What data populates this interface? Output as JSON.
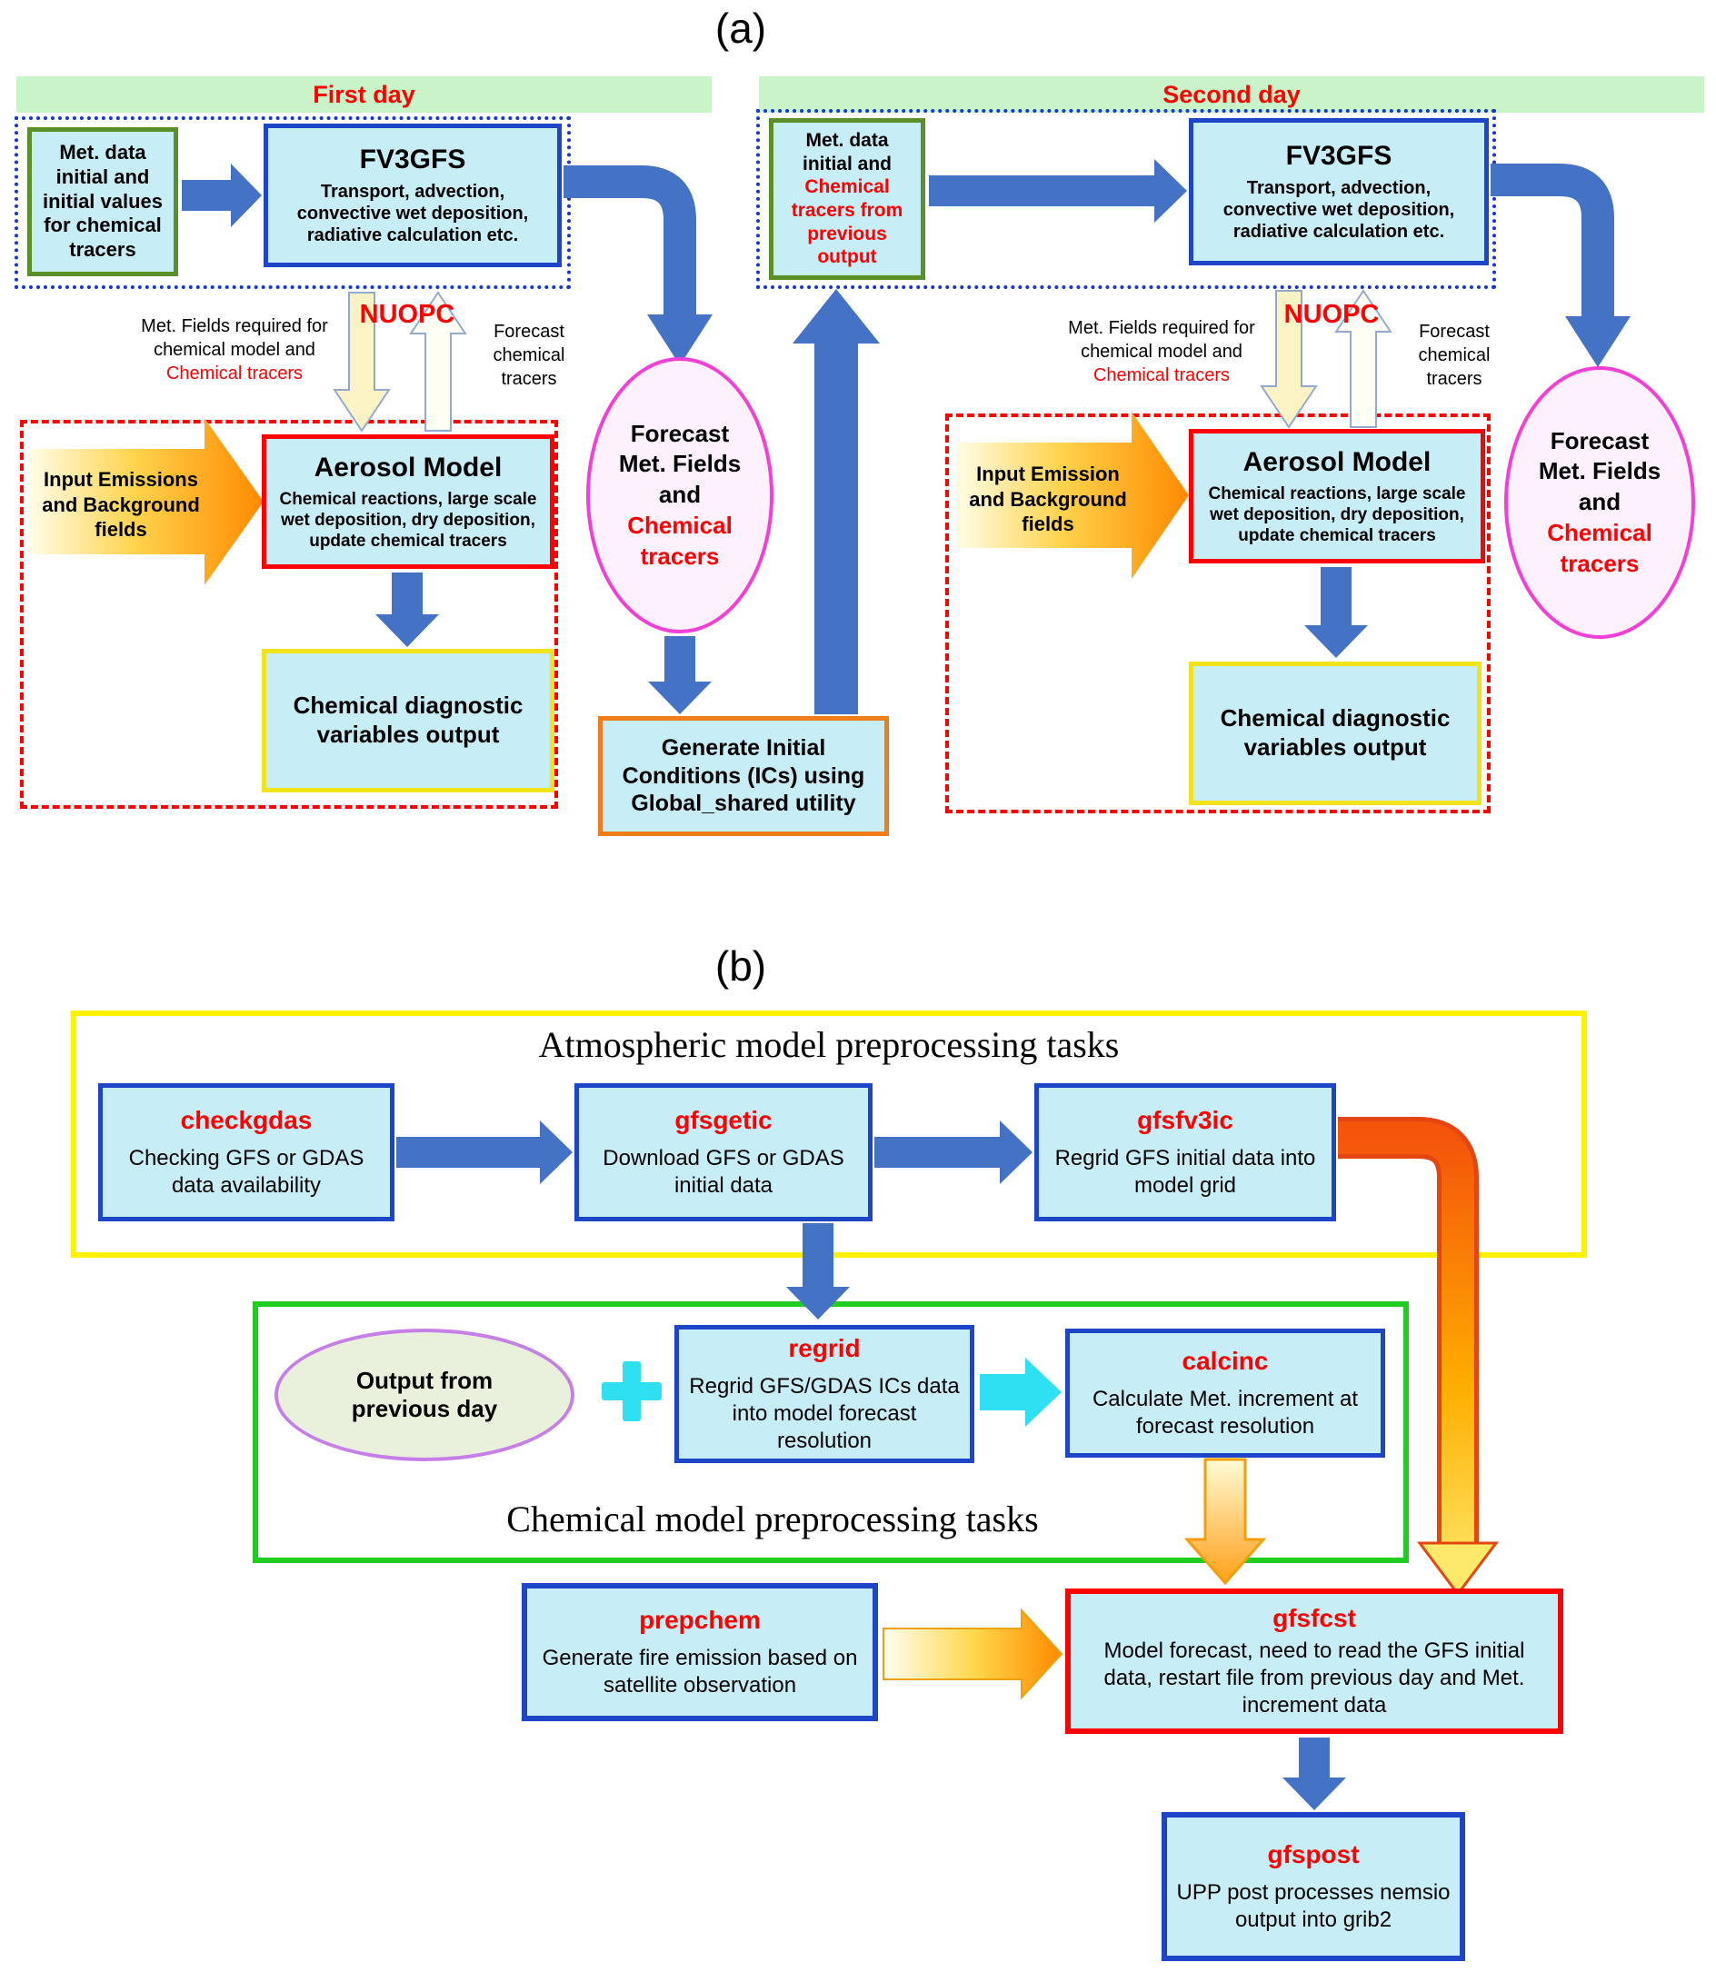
{
  "panel_a": {
    "label": "(a)",
    "first_day": {
      "header": "First day",
      "met_box_text": "Met. data initial and initial values for chemical tracers",
      "fv3gfs_title": "FV3GFS",
      "fv3gfs_body": "Transport, advection, convective wet deposition, radiative calculation etc.",
      "nuopc_label": "NUOPC",
      "met_fields_label_black": "Met. Fields required for chemical model and ",
      "met_fields_label_red": "Chemical tracers",
      "forecast_tracers_label": "Forecast chemical tracers",
      "emissions_arrow_label": "Input Emissions and Background fields",
      "aerosol_title": "Aerosol Model",
      "aerosol_body": "Chemical reactions, large scale wet deposition, dry deposition, update chemical tracers",
      "diagnostic_box_text": "Chemical diagnostic variables output",
      "ellipse_black": "Forecast Met. Fields and",
      "ellipse_red": "Chemical tracers",
      "generate_ic_text": "Generate Initial Conditions (ICs) using Global_shared utility"
    },
    "second_day": {
      "header": "Second day",
      "met_box_black": "Met. data initial and ",
      "met_box_red": "Chemical tracers from previous output",
      "fv3gfs_title": "FV3GFS",
      "fv3gfs_body": "Transport, advection, convective wet deposition, radiative calculation etc.",
      "nuopc_label": "NUOPC",
      "met_fields_label_black": "Met. Fields required for chemical model and ",
      "met_fields_label_red": "Chemical tracers",
      "forecast_tracers_label": "Forecast chemical tracers",
      "emissions_arrow_label": "Input Emission and Background fields",
      "aerosol_title": "Aerosol Model",
      "aerosol_body": "Chemical reactions, large scale wet deposition, dry deposition, update chemical tracers",
      "diagnostic_box_text": "Chemical diagnostic variables output",
      "ellipse_black": "Forecast Met. Fields and",
      "ellipse_red": "Chemical tracers"
    }
  },
  "panel_b": {
    "label": "(b)",
    "atmos_section_title": "Atmospheric model preprocessing tasks",
    "chem_section_title": "Chemical model preprocessing tasks",
    "checkgdas_name": "checkgdas",
    "checkgdas_body": "Checking GFS or GDAS data availability",
    "gfsgetic_name": "gfsgetic",
    "gfsgetic_body": "Download  GFS or GDAS initial data",
    "gfsfv3ic_name": "gfsfv3ic",
    "gfsfv3ic_body": "Regrid GFS initial data into model grid",
    "prev_output_ellipse_text": "Output from previous day",
    "regrid_name": "regrid",
    "regrid_body": "Regrid GFS/GDAS ICs data into model forecast resolution",
    "calcinc_name": "calcinc",
    "calcinc_body": "Calculate Met. increment at forecast resolution",
    "prepchem_name": "prepchem",
    "prepchem_body": "Generate fire emission based on satellite observation",
    "gfsfcst_name": "gfsfcst",
    "gfsfcst_body": "Model forecast, need to read the GFS initial data, restart file from previous day and Met. increment data",
    "gfspost_name": "gfspost",
    "gfspost_body": "UPP post processes nemsio output into grib2"
  },
  "colors": {
    "box_fill": "#C7EDF7",
    "blue_border": "#1C45C8",
    "arrow_blue": "#4472C4",
    "red": "#FF0000",
    "green_bar": "#C9F3C9",
    "green_border": "#5B8F29",
    "yellow_border": "#F2E41C",
    "orange_border": "#F07D1A",
    "magenta_border": "#F23FD7",
    "cyan_arrow": "#2EE0F2"
  }
}
